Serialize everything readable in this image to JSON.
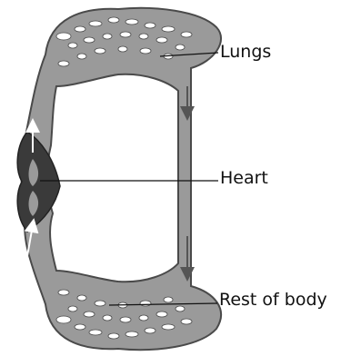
{
  "labels": {
    "lungs": "Lungs",
    "heart": "Heart",
    "rest_of_body": "Rest of body"
  },
  "colors": {
    "vessel": "#9a9a9a",
    "vessel_outline": "#4a4a4a",
    "heart": "#3a3a3a",
    "arrow": "#555555",
    "arrow_light": "#ffffff",
    "background": "#ffffff"
  }
}
